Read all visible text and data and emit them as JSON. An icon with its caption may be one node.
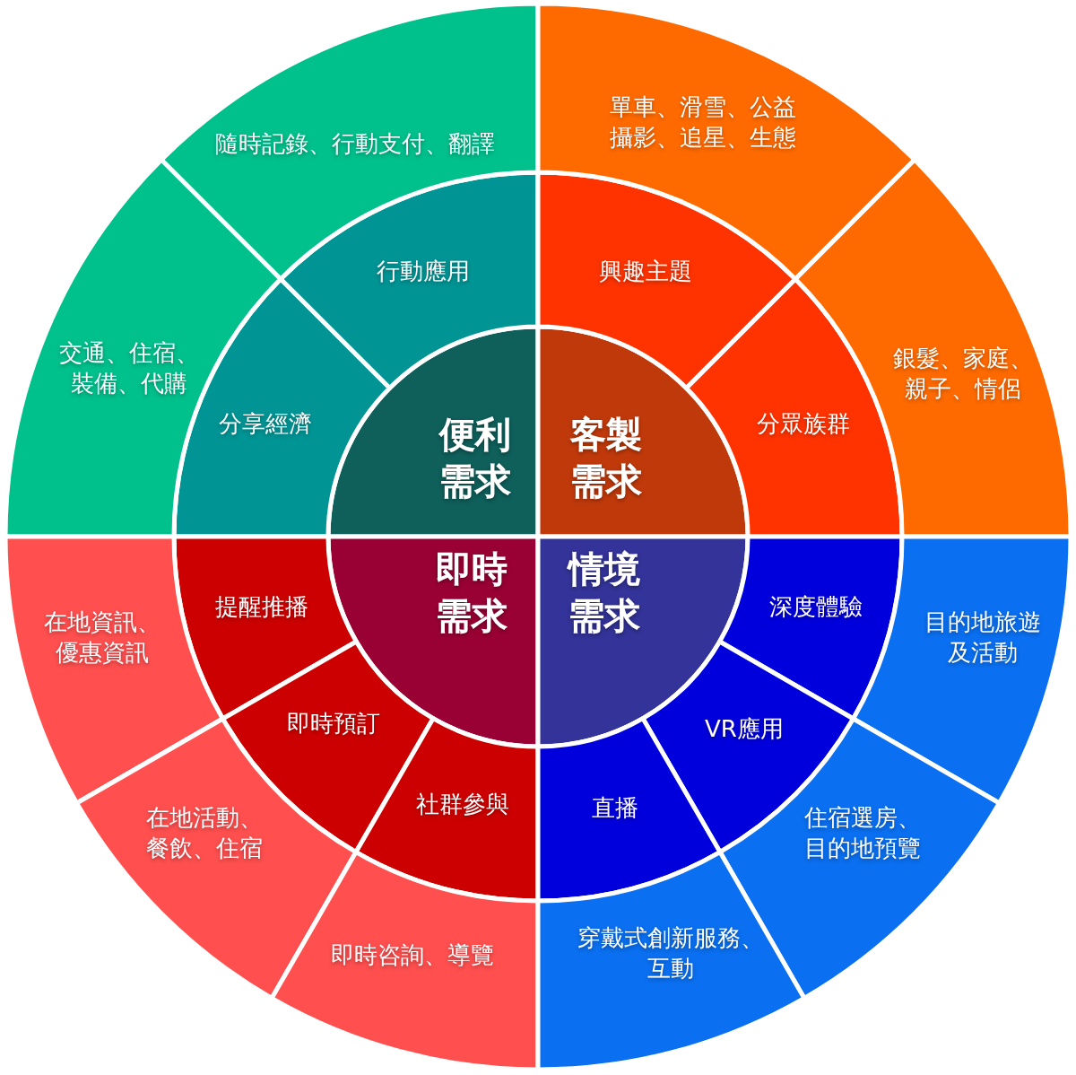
{
  "diagram": {
    "nodes": [
      {
        "text": [
          "便利需求"
        ]
      },
      {
        "text": [
          "行動應用"
        ]
      },
      {
        "text": [
          "分享經濟"
        ]
      },
      {
        "text": [
          "隨時記錄、行動支付、翻譯"
        ]
      },
      {
        "text": [
          "交通、住宿、裝備、代購"
        ]
      },
      {
        "text": [
          "客製需求"
        ]
      },
      {
        "text": [
          "興趣主題"
        ]
      },
      {
        "text": [
          "分眾族群"
        ]
      },
      {
        "text": [
          "單車、滑雪、公益攝影、追星、生態"
        ]
      },
      {
        "text": [
          "銀髮、家庭、親子、情侶"
        ]
      },
      {
        "text": [
          "即時需求"
        ]
      },
      {
        "text": [
          "提醒推播"
        ]
      },
      {
        "text": [
          "即時預訂"
        ]
      },
      {
        "text": [
          "社群參與"
        ]
      },
      {
        "text": [
          "在地資訊、優惠資訊"
        ]
      },
      {
        "text": [
          "在地活動、餐飲、住宿"
        ]
      },
      {
        "text": [
          "即時咨詢、導覽"
        ]
      },
      {
        "text": [
          "情境需求"
        ]
      },
      {
        "text": [
          "深度體驗"
        ]
      },
      {
        "text": [
          "VR應用"
        ]
      },
      {
        "text": [
          "直播"
        ]
      },
      {
        "text": [
          "目的地旅遊及活動"
        ]
      },
      {
        "text": [
          "住宿選房、目的地預覽"
        ]
      },
      {
        "text": [
          "穿戴式創新服務、互動"
        ]
      }
    ]
  }
}
